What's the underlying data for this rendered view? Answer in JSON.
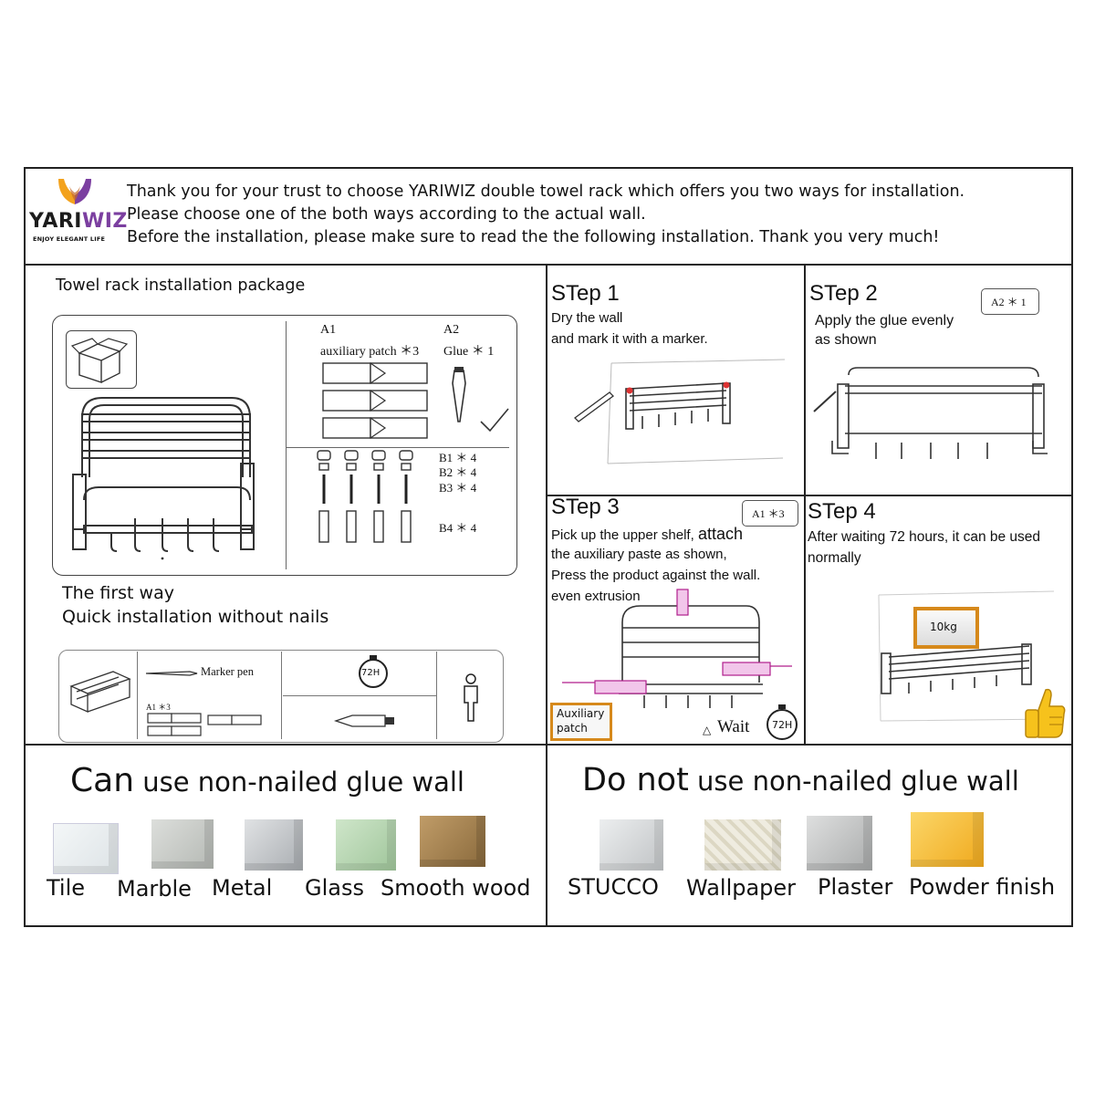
{
  "brand": {
    "name_part1": "YARI",
    "name_part2": "WIZ",
    "tagline": "ENJOY ELEGANT LIFE",
    "colors": {
      "orange": "#f3a21d",
      "purple": "#7b3fa0",
      "dark": "#1c1c1c"
    }
  },
  "intro": {
    "line1": "Thank you for your trust to choose YARIWIZ double towel rack which offers you two ways for installation.",
    "line2": "Please choose one of the both ways according to the actual wall.",
    "line3": "Before the installation, please make sure to read the the following installation. Thank you very much!"
  },
  "package": {
    "title": "Towel rack installation package",
    "a1_code": "A1",
    "a1_label": "auxiliary patch ＊3",
    "a2_code": "A2",
    "a2_label": "Glue ＊ 1",
    "b1": "B1 ＊ 4",
    "b2": "B2 ＊ 4",
    "b3": "B3 ＊ 4",
    "b4": "B4 ＊ 4"
  },
  "first_way": {
    "line1": "The first way",
    "line2": "Quick installation without nails",
    "marker_label": "Marker pen",
    "a1_small": "A1 ＊3",
    "timer_label": "72H"
  },
  "steps": [
    {
      "title": "STep 1",
      "line1": "Dry the wall",
      "line2": "and mark it with a marker."
    },
    {
      "title": "STep 2",
      "line1": "Apply the glue evenly",
      "line2": "as shown",
      "badge": "A2 ＊ 1"
    },
    {
      "title": "STep 3",
      "line1a": "Pick up the upper shelf, ",
      "line1b": "attach",
      "line2": "the auxiliary paste as shown,",
      "line3": "Press the product against the wall.",
      "line4": "even extrusion",
      "badge": "A1 ＊3",
      "patch_line1": "Auxiliary",
      "patch_line2": "patch",
      "wait_label": "Wait",
      "timer_label": "72H"
    },
    {
      "title": "STep 4",
      "line1": "After waiting 72 hours, it can be used",
      "line2": "normally",
      "weight": "10kg"
    }
  ],
  "can_section": {
    "title_bold": "Can",
    "title_rest": " use non-nailed glue wall",
    "items": [
      "Tile",
      "Marble",
      "Metal",
      "Glass",
      "Smooth wood"
    ]
  },
  "cannot_section": {
    "title_bold": "Do not",
    "title_rest": " use non-nailed glue wall",
    "items": [
      "STUCCO",
      "Wallpaper",
      "Plaster",
      "Powder finish"
    ]
  },
  "swatch_colors": {
    "tile": "#e9eef0",
    "marble": "#c9ccc8",
    "metal": "#c3c6c9",
    "glass": "#b6d3b0",
    "wood": "#a9875a",
    "stucco": "#d8dadb",
    "wallpaper": "#e6e2d4",
    "plaster": "#c5c6c6",
    "powder": "#f7c24a"
  }
}
